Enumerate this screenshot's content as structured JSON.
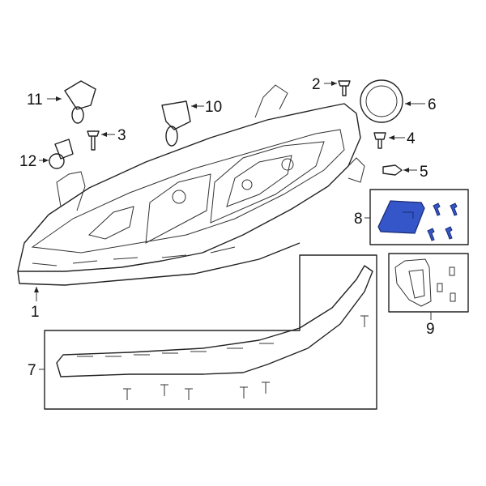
{
  "callouts": {
    "c1": "1",
    "c2": "2",
    "c3": "3",
    "c4": "4",
    "c5": "5",
    "c6": "6",
    "c7": "7",
    "c8": "8",
    "c9": "9",
    "c10": "10",
    "c11": "11",
    "c12": "12"
  },
  "colors": {
    "highlight": "#3556c8",
    "line": "#222222"
  }
}
